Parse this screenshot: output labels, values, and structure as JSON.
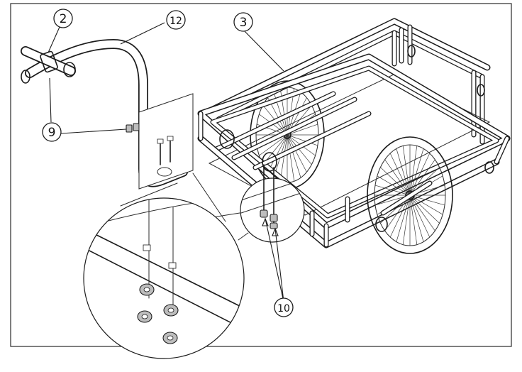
{
  "callouts": [
    {
      "id": "c2",
      "label": "2"
    },
    {
      "id": "c12",
      "label": "12"
    },
    {
      "id": "c3",
      "label": "3"
    },
    {
      "id": "c9",
      "label": "9"
    },
    {
      "id": "c10",
      "label": "10"
    }
  ]
}
